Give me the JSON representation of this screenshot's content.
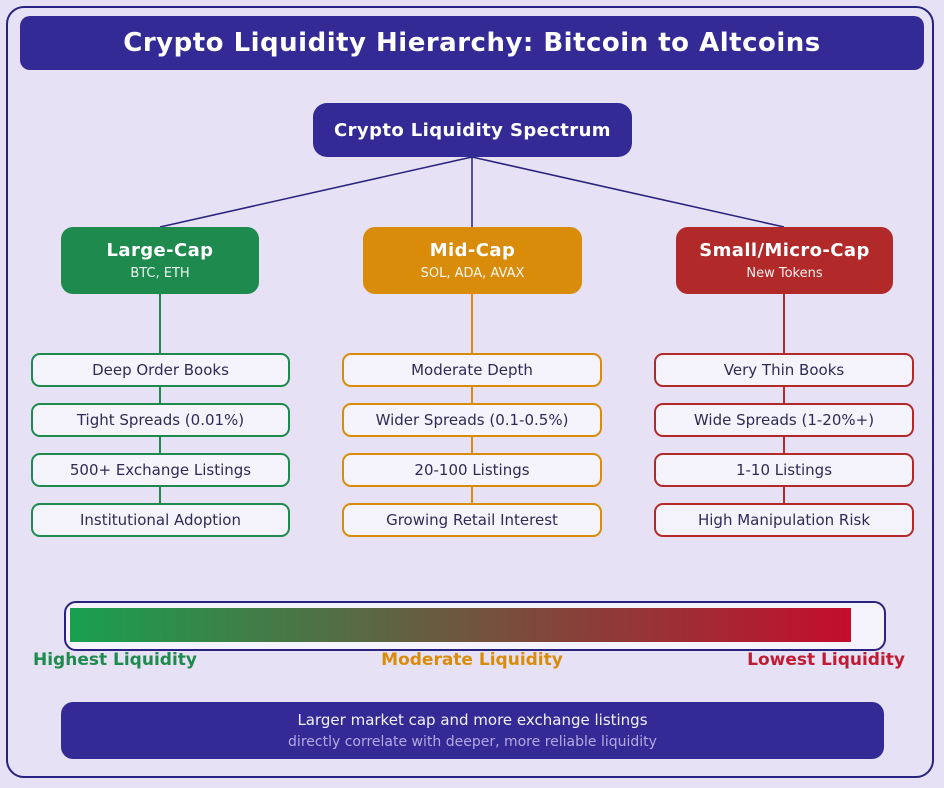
{
  "page": {
    "title": "Crypto Liquidity Hierarchy: Bitcoin to Altcoins",
    "root_node": "Crypto Liquidity Spectrum"
  },
  "columns": [
    {
      "id": "large-cap",
      "label": "Large-Cap",
      "sublabel": "BTC, ETH",
      "color": "#1e8a4e",
      "items": [
        "Deep Order Books",
        "Tight Spreads (0.01%)",
        "500+ Exchange Listings",
        "Institutional Adoption"
      ]
    },
    {
      "id": "mid-cap",
      "label": "Mid-Cap",
      "sublabel": "SOL, ADA, AVAX",
      "color": "#d98c0a",
      "items": [
        "Moderate Depth",
        "Wider Spreads (0.1-0.5%)",
        "20-100 Listings",
        "Growing Retail Interest"
      ]
    },
    {
      "id": "small-micro-cap",
      "label": "Small/Micro-Cap",
      "sublabel": "New Tokens",
      "color": "#b22929",
      "items": [
        "Very Thin Books",
        "Wide Spreads (1-20%+)",
        "1-10 Listings",
        "High Manipulation Risk"
      ]
    }
  ],
  "legend": {
    "gradient_start": "#18a050",
    "gradient_end": "#c40d2e",
    "labels": [
      {
        "text": "Highest Liquidity",
        "color": "#1e8a4e"
      },
      {
        "text": "Moderate Liquidity",
        "color": "#d98c0a"
      },
      {
        "text": "Lowest Liquidity",
        "color": "#bf1b33"
      }
    ]
  },
  "footer": {
    "line1": "Larger market cap and more exchange listings",
    "line2": "directly correlate with deeper, more reliable liquidity"
  },
  "colors": {
    "background": "#e6e1f4",
    "banner": "#332a96",
    "connector": "#29227e",
    "item_fill": "#f5f3fc",
    "item_text": "#2f2b56"
  }
}
